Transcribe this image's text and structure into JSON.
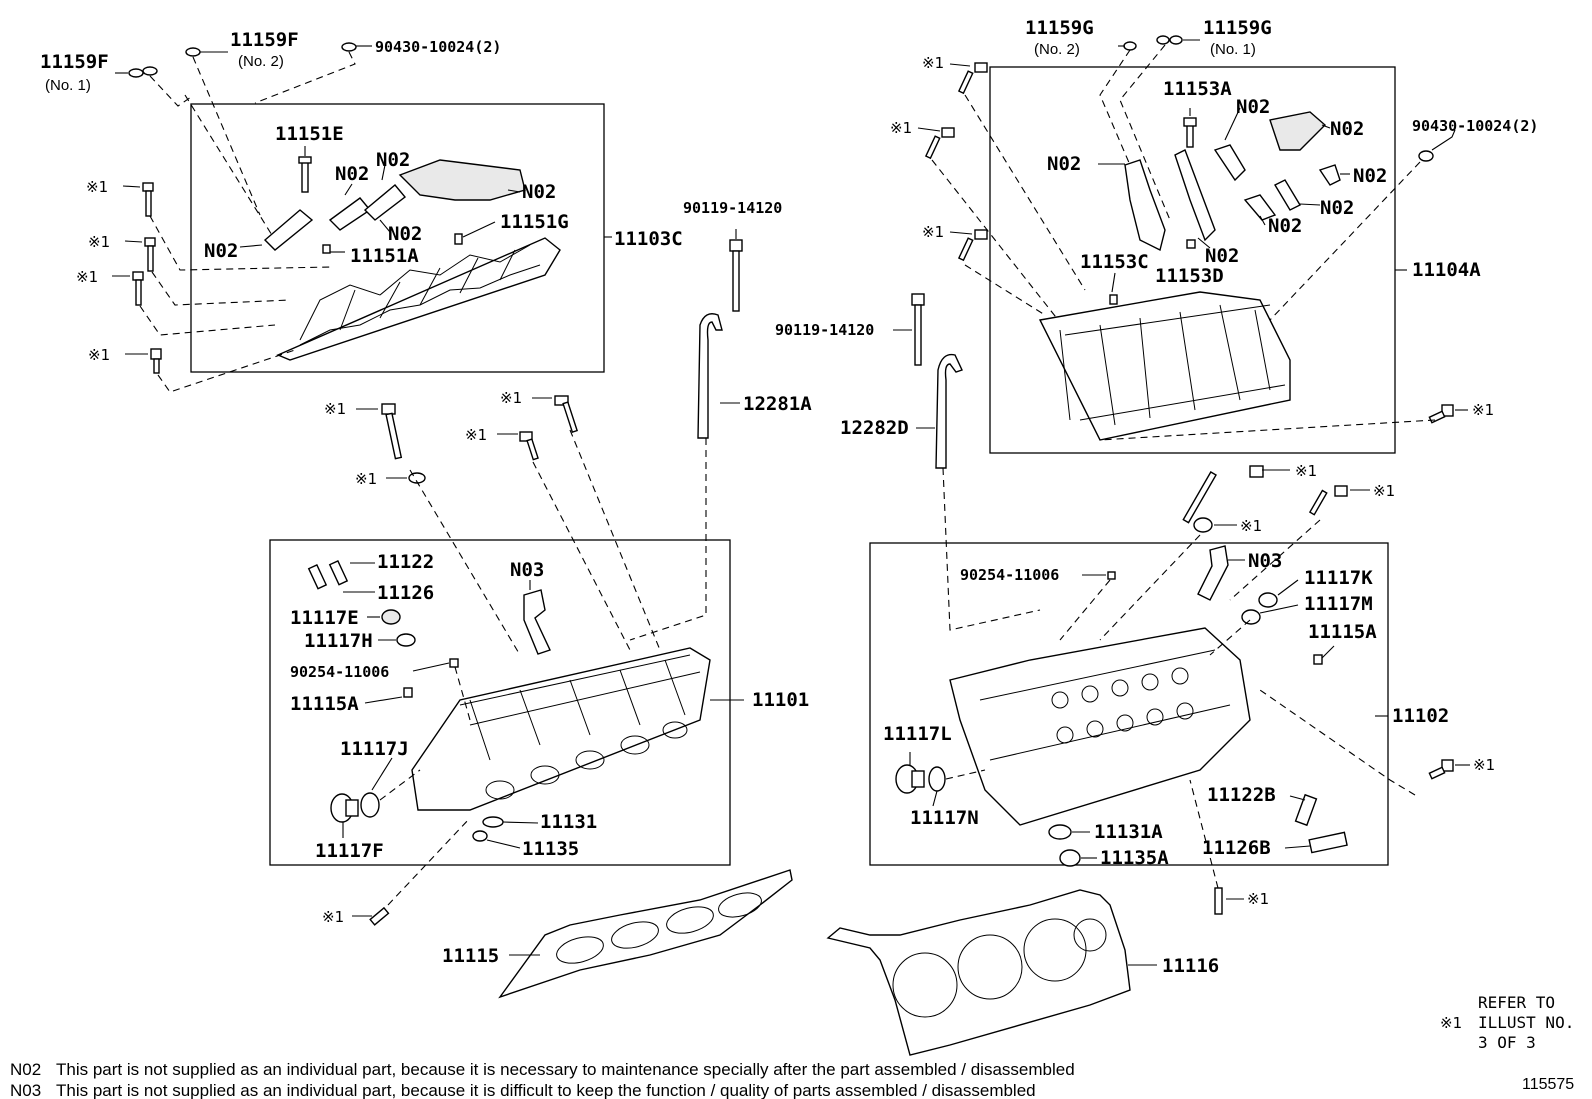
{
  "labels": {
    "p11159F_1": "11159F",
    "p11159F_1_sub": "(No. 1)",
    "p11159F_2": "11159F",
    "p11159F_2_sub": "(No. 2)",
    "p90430_left": "90430-10024(2)",
    "p11151E": "11151E",
    "pN02_a": "N02",
    "pN02_b": "N02",
    "pN02_c": "N02",
    "pN02_d": "N02",
    "pN02_e": "N02",
    "p11151G": "11151G",
    "p11151A": "11151A",
    "p11103C": "11103C",
    "p90119_left": "90119-14120",
    "p12281A": "12281A",
    "p11159G_2": "11159G",
    "p11159G_2_sub": "(No. 2)",
    "p11159G_1": "11159G",
    "p11159G_1_sub": "(No. 1)",
    "p11153A": "11153A",
    "pN02_f": "N02",
    "pN02_g": "N02",
    "pN02_h": "N02",
    "pN02_i": "N02",
    "pN02_j": "N02",
    "pN02_k": "N02",
    "p90430_right": "90430-10024(2)",
    "p11153C": "11153C",
    "p11153D": "11153D",
    "p11104A": "11104A",
    "p90119_right": "90119-14120",
    "p12282D": "12282D",
    "p11122": "11122",
    "p11126": "11126",
    "pN03_left": "N03",
    "p11117E": "11117E",
    "p11117H": "11117H",
    "p90254_left": "90254-11006",
    "p11115A_left": "11115A",
    "p11101": "11101",
    "p11117J": "11117J",
    "p11117F": "11117F",
    "p11131": "11131",
    "p11135": "11135",
    "p90254_right": "90254-11006",
    "pN03_right": "N03",
    "p11117K": "11117K",
    "p11117M": "11117M",
    "p11115A_right": "11115A",
    "p11102": "11102",
    "p11117L": "11117L",
    "p11117N": "11117N",
    "p11122B": "11122B",
    "p11131A": "11131A",
    "p11126B": "11126B",
    "p11135A": "11135A",
    "p11115": "11115",
    "p11116": "11116"
  },
  "ref_mark": "※1",
  "refer_note": {
    "line1": "REFER TO",
    "line2": "ILLUST NO.",
    "line3": "3 OF 3"
  },
  "footnotes": [
    {
      "code": "N02",
      "text": "This part is not supplied as an individual part, because it is necessary to maintenance specially after the part assembled / disassembled"
    },
    {
      "code": "N03",
      "text": "This part is not supplied as an individual part, because it is difficult to keep the function / quality of parts  assembled / disassembled"
    }
  ],
  "illustration_number": "115575"
}
